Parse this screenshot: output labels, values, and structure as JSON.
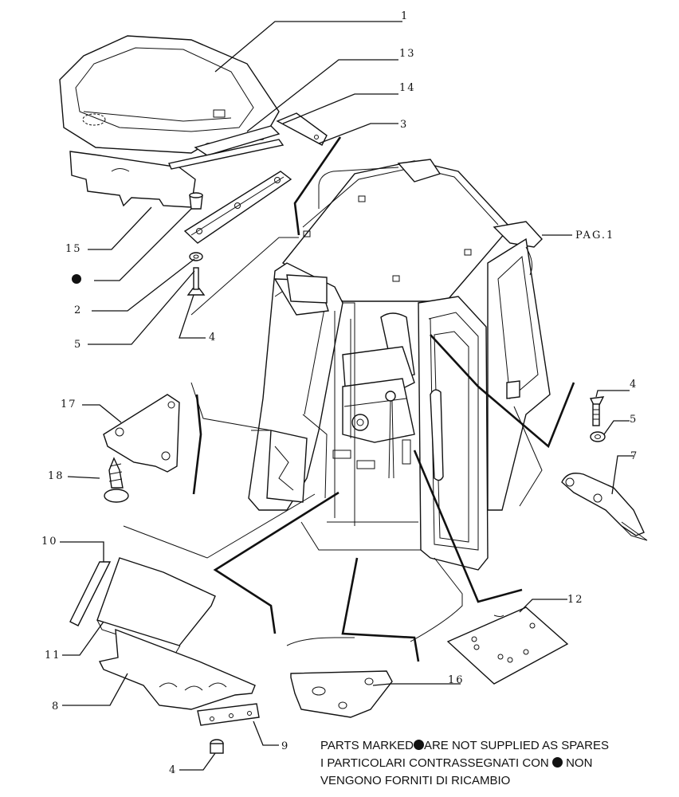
{
  "callouts": {
    "c1": "1",
    "c13": "13",
    "c14": "14",
    "c3": "3",
    "c15": "15",
    "c2": "2",
    "c5a": "5",
    "c4a": "4",
    "pag": "PAG.1",
    "c17": "17",
    "c18": "18",
    "c4b": "4",
    "c5b": "5",
    "c7": "7",
    "c10": "10",
    "c11": "11",
    "c8": "8",
    "c12": "12",
    "c16": "16",
    "c9": "9",
    "c4c": "4"
  },
  "note": {
    "line1_a": "PARTS MARKED",
    "line1_b": "ARE NOT SUPPLIED AS SPARES",
    "line2_a": "I PARTICOLARI  CONTRASSEGNATI  CON",
    "line2_b": "NON",
    "line3": "VENGONO FORNITI DI RICAMBIO"
  },
  "colors": {
    "ink": "#111111",
    "paper": "#ffffff"
  }
}
